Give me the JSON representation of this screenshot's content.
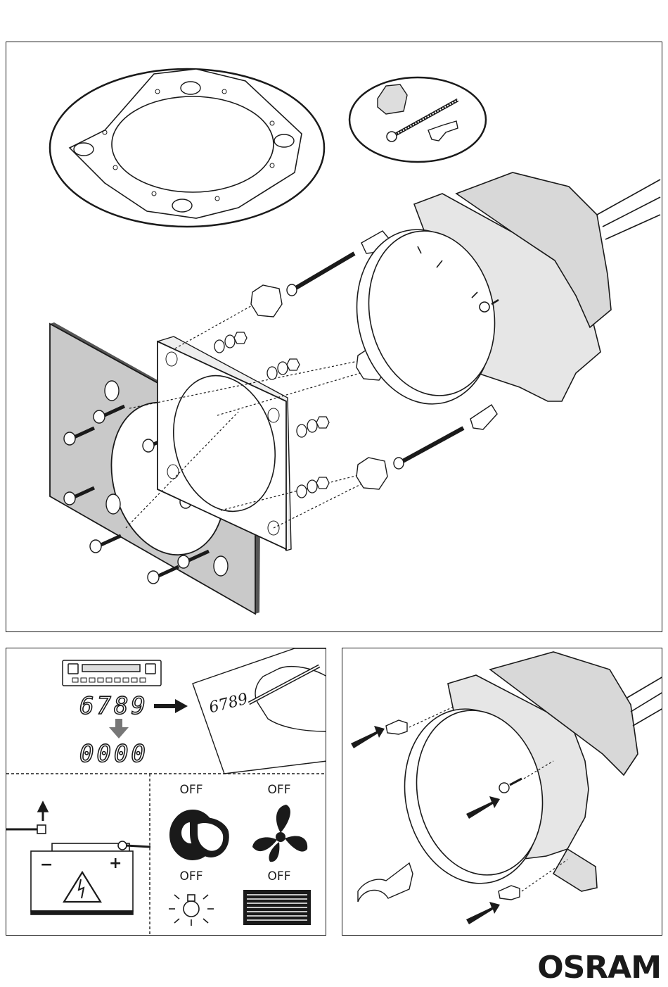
{
  "codes": {
    "current": "6789",
    "reset": "0000",
    "written": "6789"
  },
  "states": {
    "ignition": "OFF",
    "fan": "OFF",
    "light": "OFF",
    "rear_defroster": "OFF"
  },
  "battery": {
    "minus": "−",
    "plus": "+"
  },
  "brand": {
    "logo": "OSRAM"
  }
}
